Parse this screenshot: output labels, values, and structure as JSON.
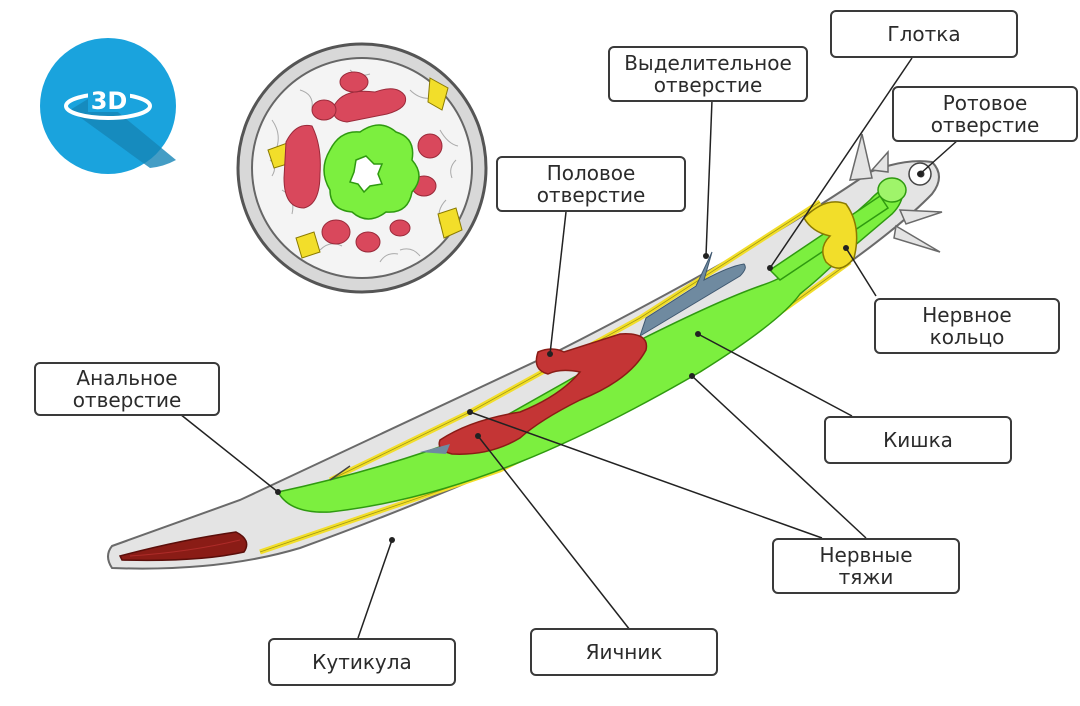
{
  "badge": {
    "text": "3D",
    "bg_color": "#1aa3dd"
  },
  "labels": {
    "glotka": "Глотка",
    "vydelitelnoe_1": "Выделительное",
    "vydelitelnoe_2": "отверстие",
    "rotovoe_1": "Ротовое",
    "rotovoe_2": "отверстие",
    "polovoe_1": "Половое",
    "polovoe_2": "отверстие",
    "nervnoe_koltso_1": "Нервное",
    "nervnoe_koltso_2": "кольцо",
    "analnoe_1": "Анальное",
    "analnoe_2": "отверстие",
    "kishka": "Кишка",
    "nervnye_tyazhi_1": "Нервные",
    "nervnye_tyazhi_2": "тяжи",
    "kutikula": "Кутикула",
    "yaichnik": "Яичник"
  },
  "colors": {
    "intestine": "#7cef3f",
    "ovary": "#c43535",
    "nerve": "#f2de2a",
    "excretory": "#6f8aa0",
    "cuticle": "#e4e4e4",
    "rectum": "#8a1c16"
  }
}
